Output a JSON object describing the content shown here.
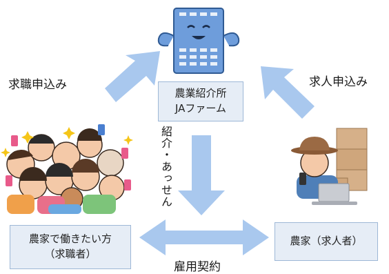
{
  "center_box": {
    "line1": "農業紹介所",
    "line2": "JAファーム"
  },
  "left_box": {
    "line1": "農家で働きたい方",
    "line2": "（求職者）"
  },
  "right_box": {
    "line1": "農家（求人者）"
  },
  "labels": {
    "left_arrow": "求職申込み",
    "right_arrow": "求人申込み",
    "center_arrow": "紹介・あっせん",
    "bottom_arrow": "雇用契約"
  },
  "colors": {
    "arrow_fill": "#a9c8ee",
    "box_fill": "#e6edf6",
    "box_border": "#9db7d6",
    "building": "#6e9ddb"
  },
  "icons": [
    "building-mascot-icon",
    "job-seekers-crowd-icon",
    "farmer-icon"
  ]
}
